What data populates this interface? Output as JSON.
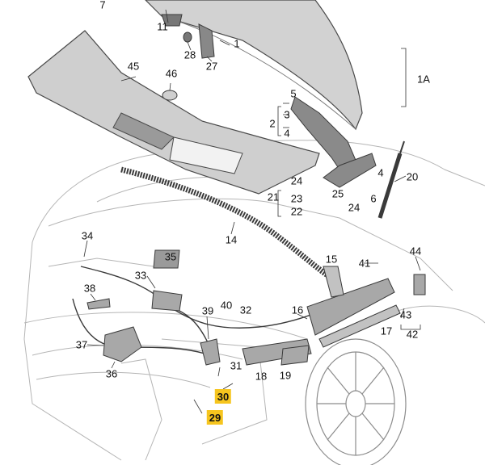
{
  "diagram": {
    "background_color": "#ffffff",
    "line_color": "#4a4a4a",
    "faint_line_color": "#b5b5b5",
    "part_fill": "#d2d2d2",
    "part_dark": "#7a7a7a",
    "highlight_color": "#f6c51e",
    "selected_color": "#c8dcf0",
    "callouts": [
      {
        "id": "c1",
        "label": "1"
      },
      {
        "id": "c1a",
        "label": "1A"
      },
      {
        "id": "c2",
        "label": "2"
      },
      {
        "id": "c3",
        "label": "3"
      },
      {
        "id": "c4",
        "label": "4"
      },
      {
        "id": "c4b",
        "label": "4"
      },
      {
        "id": "c5",
        "label": "5"
      },
      {
        "id": "c6",
        "label": "6"
      },
      {
        "id": "c7",
        "label": "7"
      },
      {
        "id": "c11",
        "label": "11"
      },
      {
        "id": "c14",
        "label": "14"
      },
      {
        "id": "c15",
        "label": "15"
      },
      {
        "id": "c16",
        "label": "16"
      },
      {
        "id": "c17",
        "label": "17"
      },
      {
        "id": "c18",
        "label": "18"
      },
      {
        "id": "c19",
        "label": "19"
      },
      {
        "id": "c20",
        "label": "20"
      },
      {
        "id": "c21",
        "label": "21"
      },
      {
        "id": "c22",
        "label": "22"
      },
      {
        "id": "c23",
        "label": "23"
      },
      {
        "id": "c24",
        "label": "24"
      },
      {
        "id": "c24b",
        "label": "24"
      },
      {
        "id": "c25",
        "label": "25"
      },
      {
        "id": "c27",
        "label": "27"
      },
      {
        "id": "c28",
        "label": "28"
      },
      {
        "id": "c29",
        "label": "29",
        "style": "boxed"
      },
      {
        "id": "c30",
        "label": "30",
        "style": "boxed"
      },
      {
        "id": "c31",
        "label": "31"
      },
      {
        "id": "c32",
        "label": "32"
      },
      {
        "id": "c33",
        "label": "33"
      },
      {
        "id": "c34",
        "label": "34"
      },
      {
        "id": "c35",
        "label": "35"
      },
      {
        "id": "c36",
        "label": "36"
      },
      {
        "id": "c37",
        "label": "37"
      },
      {
        "id": "c38",
        "label": "38"
      },
      {
        "id": "c39",
        "label": "39"
      },
      {
        "id": "c40",
        "label": "40"
      },
      {
        "id": "c41",
        "label": "41"
      },
      {
        "id": "c42",
        "label": "42"
      },
      {
        "id": "c43",
        "label": "43"
      },
      {
        "id": "c44",
        "label": "44"
      },
      {
        "id": "c45",
        "label": "45"
      },
      {
        "id": "c46",
        "label": "46"
      }
    ]
  }
}
